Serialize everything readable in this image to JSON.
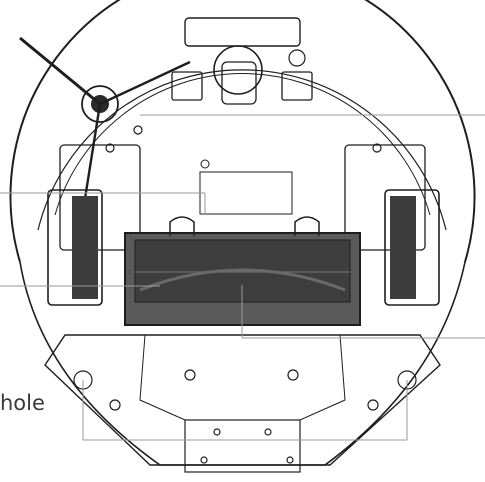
{
  "diagram": {
    "title": "",
    "callout_label": "hole",
    "colors": {
      "line": "#1e1e1e",
      "brush_fill": "#5a5a5a",
      "brush_bristles": "#2a2a2a",
      "wheel_tread": "#3c3c3c",
      "leader": "#9a9a9a",
      "background": "#ffffff"
    },
    "parts": [
      "side-brush",
      "main-brush",
      "left-drive-wheel",
      "right-drive-wheel",
      "caster-wheel",
      "front-bumper",
      "cliff-sensors",
      "battery-cover",
      "screw-holes"
    ]
  }
}
